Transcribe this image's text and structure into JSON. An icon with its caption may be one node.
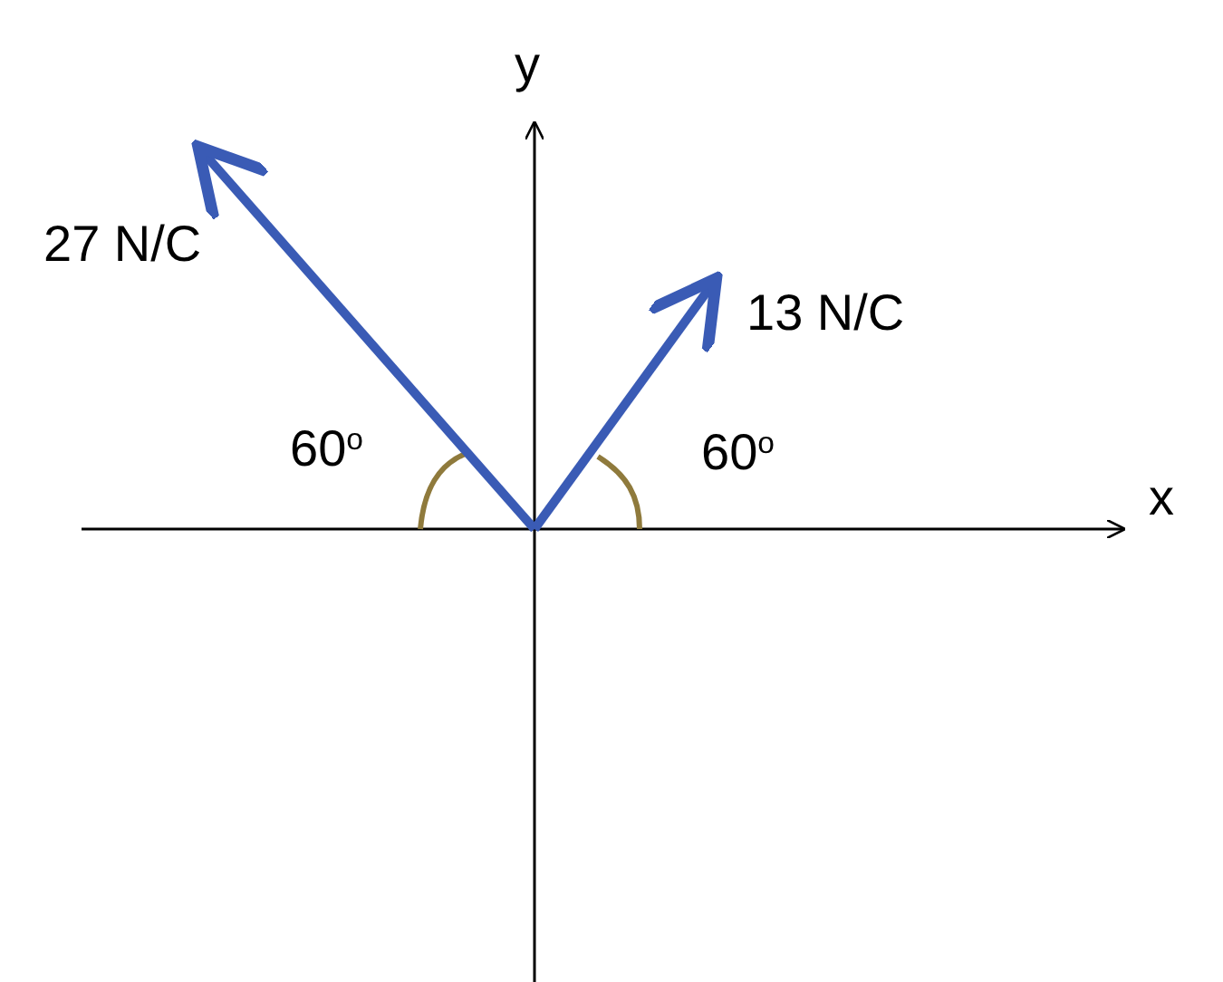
{
  "diagram": {
    "labels": [
      "y",
      "27 N/C",
      "13 N/C",
      "60$^{o}$",
      "60$^{o}$",
      "x"
    ]
  }
}
